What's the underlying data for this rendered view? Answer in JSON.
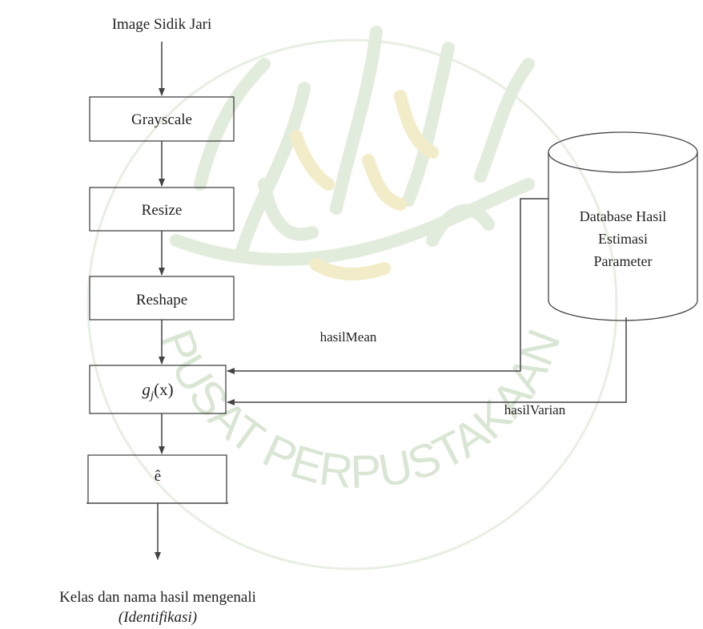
{
  "watermark": {
    "arc_text": "PUSAT PERPUSTAKAAN",
    "color": "#d9e6d4"
  },
  "diagram": {
    "input_label": "Image Sidik Jari",
    "steps": {
      "grayscale": "Grayscale",
      "resize": "Resize",
      "reshape": "Reshape",
      "classifier": {
        "formula_main": "g",
        "formula_sub": "j",
        "formula_arg": "(x)"
      },
      "estimate": "ê"
    },
    "database": {
      "line1": "Database Hasil",
      "line2": "Estimasi",
      "line3": "Parameter"
    },
    "edges": {
      "mean": "hasilMean",
      "variance": "hasilVarian"
    },
    "output": {
      "line1": "Kelas dan nama hasil mengenali",
      "line2": "(Identifikasi)"
    }
  }
}
